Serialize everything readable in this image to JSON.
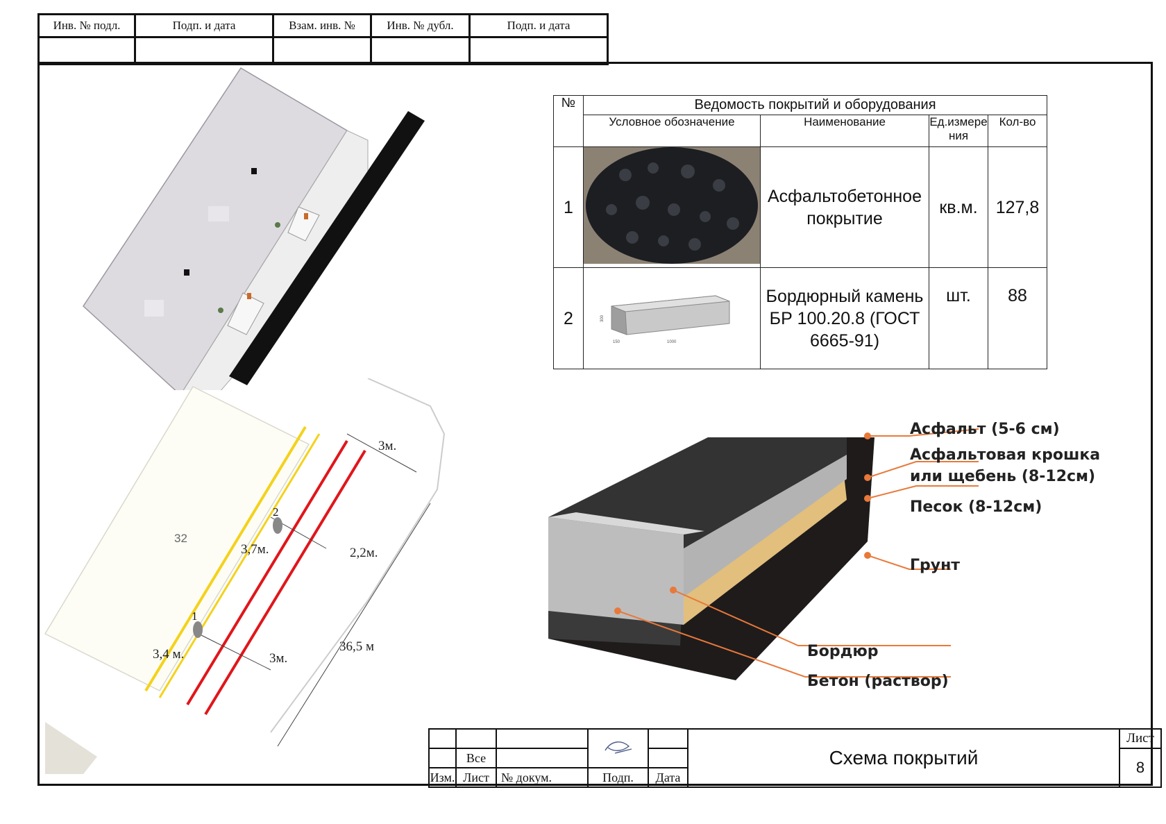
{
  "stamp": {
    "headers": [
      "Инв. № подл.",
      "Подп. и дата",
      "Взам. инв. №",
      "Инв. № дубл.",
      "Подп. и дата"
    ]
  },
  "schedule": {
    "col_no": "№",
    "title": "Ведомость покрытий и оборудования",
    "col_symbol": "Условное обозначение",
    "col_name": "Наименование",
    "col_unit": "Ед.измерения",
    "col_qty": "Кол-во",
    "rows": [
      {
        "no": "1",
        "name": "Асфальтобетонное покрытие",
        "unit": "кв.м.",
        "qty": "127,8"
      },
      {
        "no": "2",
        "name": "Бордюрный камень БР 100.20.8 (ГОСТ 6665-91)",
        "unit": "шт.",
        "qty": "88"
      }
    ],
    "curb_dims": {
      "length": "1000",
      "height": "300",
      "width": "150"
    }
  },
  "section": {
    "labels": {
      "asphalt": "Асфальт (5-6 см)",
      "crumb_1": "Асфальтовая крошка",
      "crumb_2": "или щебень (8-12см)",
      "sand": "Песок (8-12см)",
      "soil": "Грунт",
      "curb": "Бордюр",
      "concrete": "Бетон (раствор)"
    },
    "colors": {
      "leader": "#e8793a"
    }
  },
  "plan": {
    "building_no": "32",
    "markers": {
      "m1": "1",
      "m2": "2"
    },
    "dims": {
      "d_3m_top": "3м.",
      "d_37": "3,7м.",
      "d_22": "2,2м.",
      "d_34": "3,4 м.",
      "d_3m_bottom": "3м.",
      "d_365": "36,5 м"
    },
    "colors": {
      "red": "#e0161b",
      "yellow": "#f4d21b"
    }
  },
  "title_block": {
    "row_vse": "Все",
    "izm": "Изм.",
    "list": "Лист",
    "doc": "№ докум.",
    "podp": "Подп.",
    "data": "Дата",
    "title": "Схема покрытий",
    "sheet_label": "Лист",
    "sheet_no": "8"
  }
}
